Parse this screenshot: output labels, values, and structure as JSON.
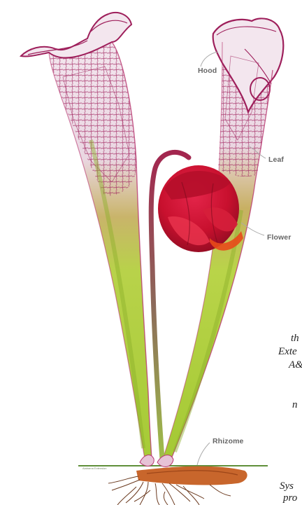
{
  "labels": {
    "hood": "Hood",
    "leaf": "Leaf",
    "flower": "Flower",
    "rhizome": "Rhizome",
    "ground": "Alabama Extension"
  },
  "cut_text": [
    "th",
    "Exte",
    "A&",
    "n",
    "Sys",
    "pro"
  ],
  "colors": {
    "hood": "#9e1f5b",
    "tube_green": "#a9cf3a",
    "flower": "#c8102e",
    "stem": "#8a3a4a",
    "rhizome": "#c8662c",
    "roots": "#6b3a1f",
    "label": "#666666"
  }
}
